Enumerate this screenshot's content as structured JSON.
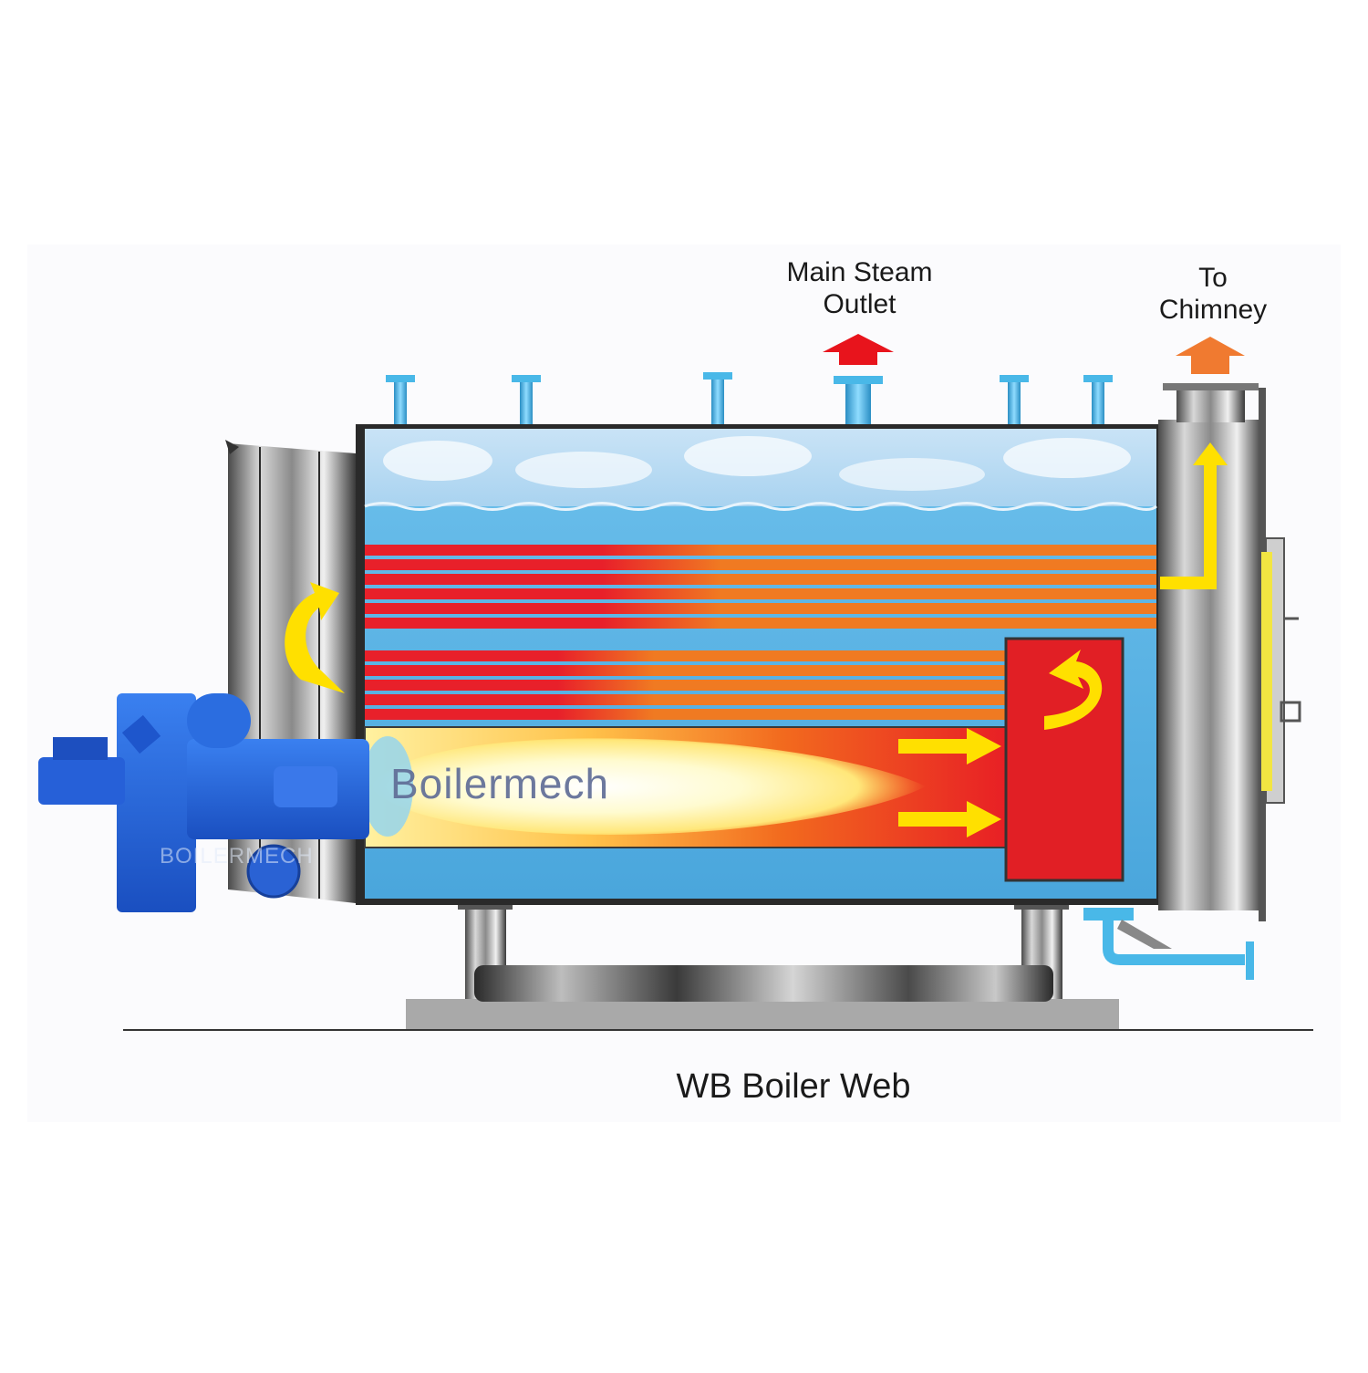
{
  "labels": {
    "steam_outlet": "Main Steam Outlet",
    "chimney": "To Chimney",
    "caption": "WB Boiler Web"
  },
  "watermarks": {
    "main": "Boilermech",
    "burner": "BOILERMECH"
  },
  "colors": {
    "water": "#5ab4e6",
    "steam": "#dcebf7",
    "hot_tube": "#e8202a",
    "warm_tube": "#f07a22",
    "flame": "#fff7b0",
    "flow_arrow": "#ffe000",
    "steam_arrow": "#e8141c",
    "chimney_arrow": "#f07a30",
    "burner": "#1f5fd6",
    "shell_metal": "#8a8a8a",
    "nozzle": "#49b8e8"
  }
}
